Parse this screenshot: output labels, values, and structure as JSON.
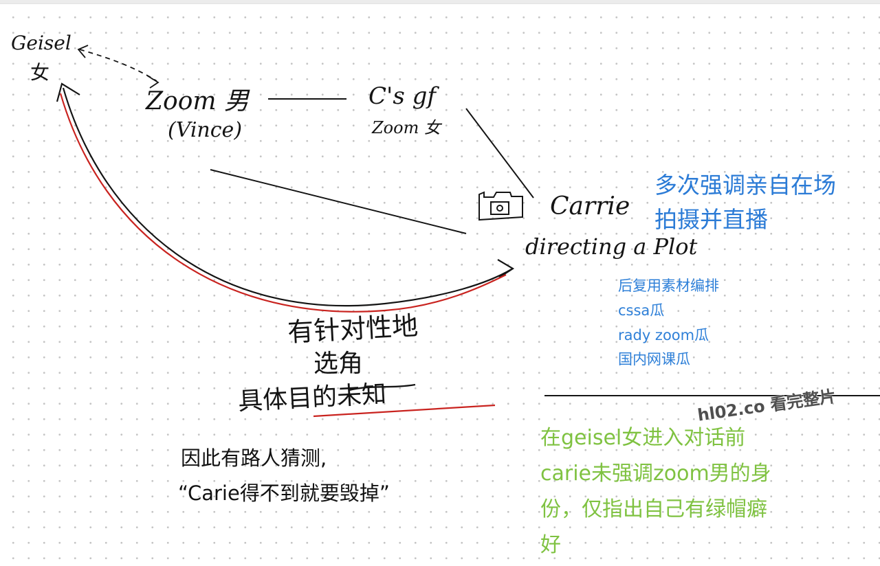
{
  "nodes": {
    "geisel": {
      "name": "Geisel",
      "tag": "女"
    },
    "zoom_man": {
      "line1": "Zoom 男",
      "line2": "(Vince)"
    },
    "cs_gf": {
      "line1": "C's gf",
      "line2": "Zoom 女"
    },
    "carrie": {
      "line1": "Carrie",
      "line2": "directing a Plot"
    }
  },
  "edge_labels": {
    "targeted": "有针对性地",
    "chosen": "选角",
    "purpose": "具体目的未知"
  },
  "notes": {
    "blue_main": [
      "多次强调亲自在场",
      "拍摄并直播"
    ],
    "blue_list": [
      "后复用素材编排",
      "cssa瓜",
      "rady zoom瓜",
      "国内网课瓜"
    ],
    "black": [
      "因此有路人猜测,",
      "“Carie得不到就要毁掉”"
    ],
    "green": [
      "在geisel女进入对话前",
      "carie未强调zoom男的身",
      "份，仅指出自己有绿帽癖",
      "好"
    ]
  },
  "watermark": "hl02.co 看完整片",
  "colors": {
    "ink": "#141414",
    "red": "#c9231f",
    "blue": "#2b7bd6",
    "green": "#7fc241"
  },
  "icons": [
    "camera-icon"
  ]
}
